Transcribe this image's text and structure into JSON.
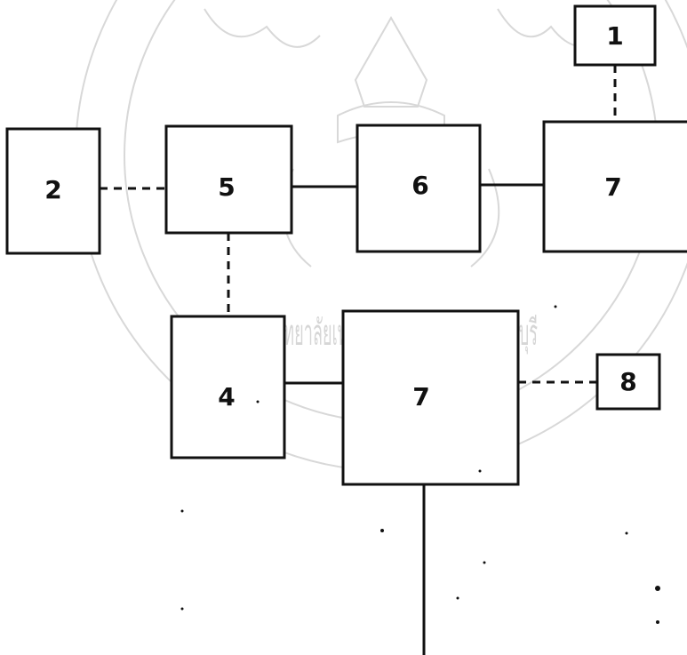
{
  "diagram": {
    "watermark": {
      "text": "มหาวิทยาลัยเทคโนโลยีพระจอมเกล้าธนบุรี"
    },
    "nodes": [
      {
        "id": "node-1",
        "label": "1"
      },
      {
        "id": "node-2",
        "label": "2"
      },
      {
        "id": "node-5",
        "label": "5"
      },
      {
        "id": "node-6",
        "label": "6"
      },
      {
        "id": "node-7-top",
        "label": "7"
      },
      {
        "id": "node-4",
        "label": "4"
      },
      {
        "id": "node-7-center",
        "label": "7"
      },
      {
        "id": "node-8",
        "label": "8"
      }
    ],
    "connections": [
      {
        "from": "node-1",
        "to": "node-7-top",
        "style": "dashed"
      },
      {
        "from": "node-2",
        "to": "node-5",
        "style": "dashed"
      },
      {
        "from": "node-5",
        "to": "node-6",
        "style": "solid"
      },
      {
        "from": "node-6",
        "to": "node-7-top",
        "style": "solid"
      },
      {
        "from": "node-5",
        "to": "node-4",
        "style": "dashed"
      },
      {
        "from": "node-4",
        "to": "node-7-center",
        "style": "solid"
      },
      {
        "from": "node-7-center",
        "to": "node-8",
        "style": "dashed"
      }
    ],
    "colors": {
      "line": "#111111",
      "watermark": "#d6d6d6",
      "background": "#ffffff"
    }
  }
}
